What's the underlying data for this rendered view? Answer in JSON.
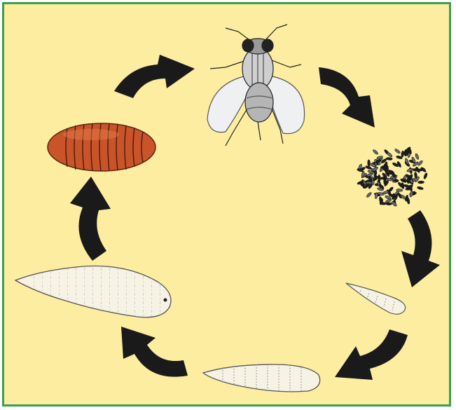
{
  "diagram": {
    "stages": [
      {
        "name": "adult-fly",
        "icon": "fly-icon"
      },
      {
        "name": "eggs",
        "icon": "eggs-icon"
      },
      {
        "name": "first-instar-larva",
        "icon": "small-larva-icon"
      },
      {
        "name": "second-instar-larva",
        "icon": "medium-larva-icon"
      },
      {
        "name": "third-instar-larva",
        "icon": "large-larva-icon"
      },
      {
        "name": "pupa",
        "icon": "pupa-icon"
      }
    ],
    "arrows": [
      "arrow-fly-to-eggs",
      "arrow-eggs-to-larva",
      "arrow-larva-to-larva",
      "arrow-larva-to-large-larva",
      "arrow-larva-to-pupa",
      "arrow-pupa-to-fly"
    ],
    "colors": {
      "background": "#fdeda0",
      "border": "#3aa050",
      "arrow": "#1a1a1a",
      "pupa": "#c9542a",
      "larva": "#f6f2e4",
      "fly": "#b8b8b8"
    }
  }
}
